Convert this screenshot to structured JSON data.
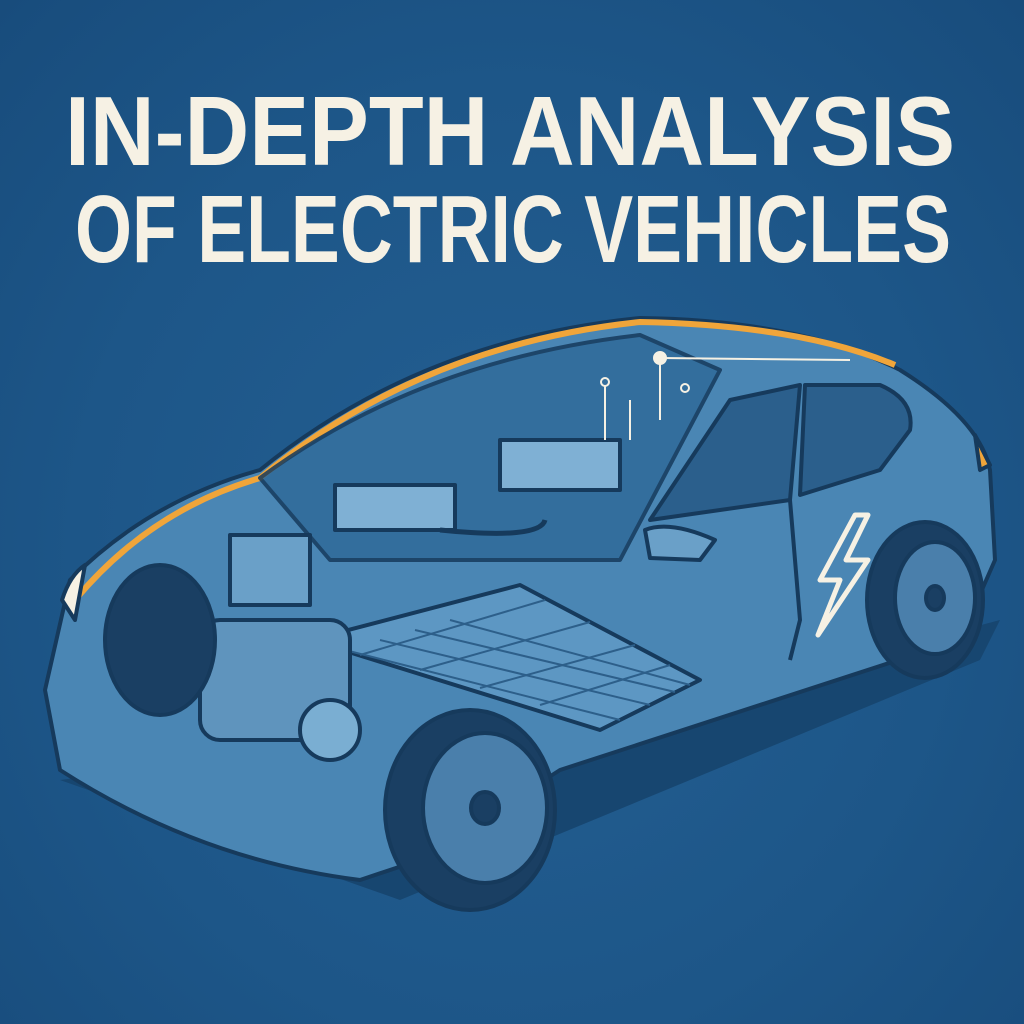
{
  "title": {
    "line1": "IN-DEPTH ANALYSIS",
    "line2": "OF ELECTRIC VEHICLES"
  },
  "illustration": {
    "subject": "electric-car-cutaway",
    "icons": [
      "lightning-bolt-icon"
    ]
  },
  "colors": {
    "background": "#1d5688",
    "title_text": "#f6f1e4",
    "accent_orange": "#f0a53a",
    "car_body": "#4a86b4",
    "outline": "#163a5c"
  }
}
